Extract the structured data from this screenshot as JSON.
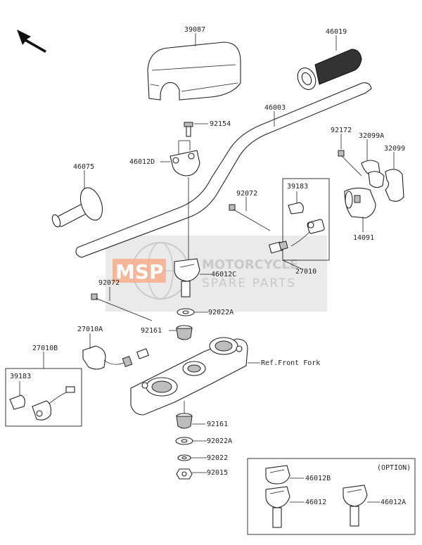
{
  "labels": {
    "p39087": "39087",
    "p46019": "46019",
    "p46003": "46003",
    "p92154": "92154",
    "p46012D": "46012D",
    "p46075": "46075",
    "p92172": "92172",
    "p32099A": "32099A",
    "p32099": "32099",
    "p39183a": "39183",
    "p92072a": "92072",
    "p27010": "27010",
    "p14091": "14091",
    "p46012C": "46012C",
    "p92072b": "92072",
    "p92022A": "92022A",
    "p27010A": "27010A",
    "p92161a": "92161",
    "p27010B": "27010B",
    "p39183b": "39183",
    "ref_front_fork": "Ref.Front Fork",
    "p92161b": "92161",
    "p92022Ab": "92022A",
    "p92022": "92022",
    "p92015": "92015",
    "option": "(OPTION)",
    "p46012B": "46012B",
    "p46012": "46012",
    "p46012A": "46012A"
  },
  "watermark": {
    "logo": "MSP",
    "line1": "MOTORCYCLE",
    "line2": "SPARE PARTS",
    "accent_color": "#f26522"
  },
  "icons": {
    "direction_arrow": "arrow-up-left-icon"
  }
}
